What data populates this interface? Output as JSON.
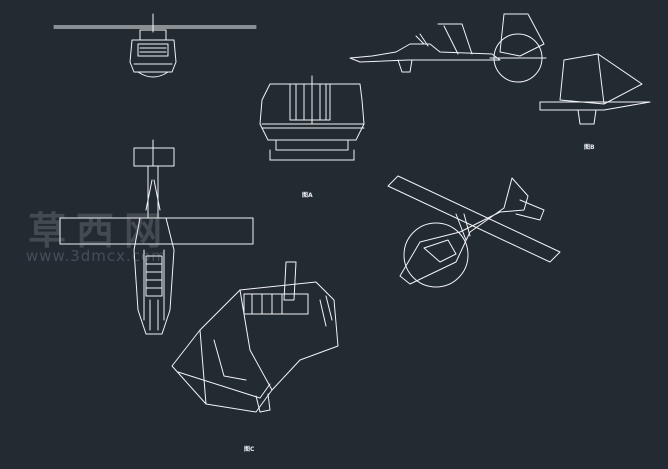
{
  "watermark": {
    "chinese": "草西网",
    "url": "www.3dmcx.com"
  },
  "view_labels": [
    "图A",
    "图B",
    "图C"
  ],
  "colors": {
    "background": "#222a32",
    "line": "#f2f4f6"
  }
}
